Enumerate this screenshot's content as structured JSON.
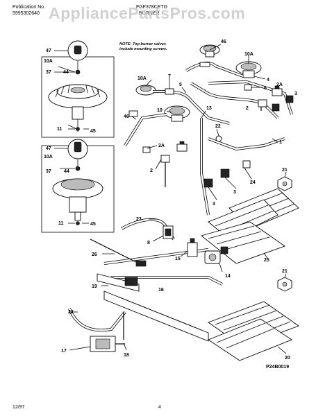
{
  "header": {
    "publication_label": "Publication No.",
    "publication_number": "5995302640",
    "model": "FGF378CETG",
    "section": "BURNER"
  },
  "watermark": "AppliancePartsPros.com",
  "note": "NOTE: Top burner valves\ninclude mounting screws.",
  "callouts": {
    "c1": "1",
    "c2a": "2",
    "c2b": "2",
    "c2Aa": "2A",
    "c2Ab": "2A",
    "c3a": "3",
    "c3b": "3",
    "c3c": "3",
    "c4": "4",
    "c5": "5",
    "c6": "6",
    "c7": "7",
    "c8": "8",
    "c10": "10",
    "c10Aa": "10A",
    "c10Ab": "10A",
    "c10Ac": "10A",
    "c10Ad": "10A",
    "c11a": "11",
    "c11b": "11",
    "c13": "13",
    "c14": "14",
    "c15": "15",
    "c16": "16",
    "c17": "17",
    "c18": "18",
    "c19": "19",
    "c20": "20",
    "c21a": "21",
    "c21b": "21",
    "c22a": "22",
    "c22b": "22",
    "c23": "23",
    "c24": "24",
    "c25": "25",
    "c26": "26",
    "c37a": "37",
    "c37b": "37",
    "c44a": "44",
    "c44b": "44",
    "c45a": "45",
    "c45b": "45",
    "c46a": "46",
    "c46b": "46",
    "c47a": "47",
    "c47b": "47"
  },
  "drawing_code": "P24B0019",
  "footer": {
    "date": "12/97",
    "page": "4"
  }
}
